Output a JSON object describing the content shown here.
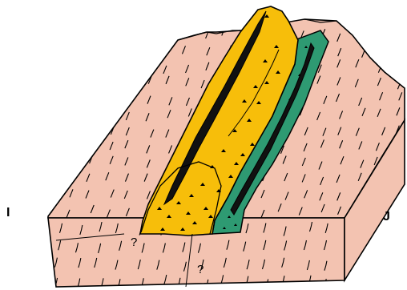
{
  "labels": {
    "left_end": "I",
    "right_end": "J",
    "unknown_1": "?",
    "unknown_2": "?"
  },
  "colors": {
    "bedrock": "#f3c3b1",
    "yellow_fill": "#f7be0a",
    "green_fill": "#2e9a72",
    "dark_fill": "#111111",
    "outline": "#000000"
  },
  "icons": {
    "bedrock_texture": "dash-marks",
    "gravel_texture": "clast-dots"
  }
}
